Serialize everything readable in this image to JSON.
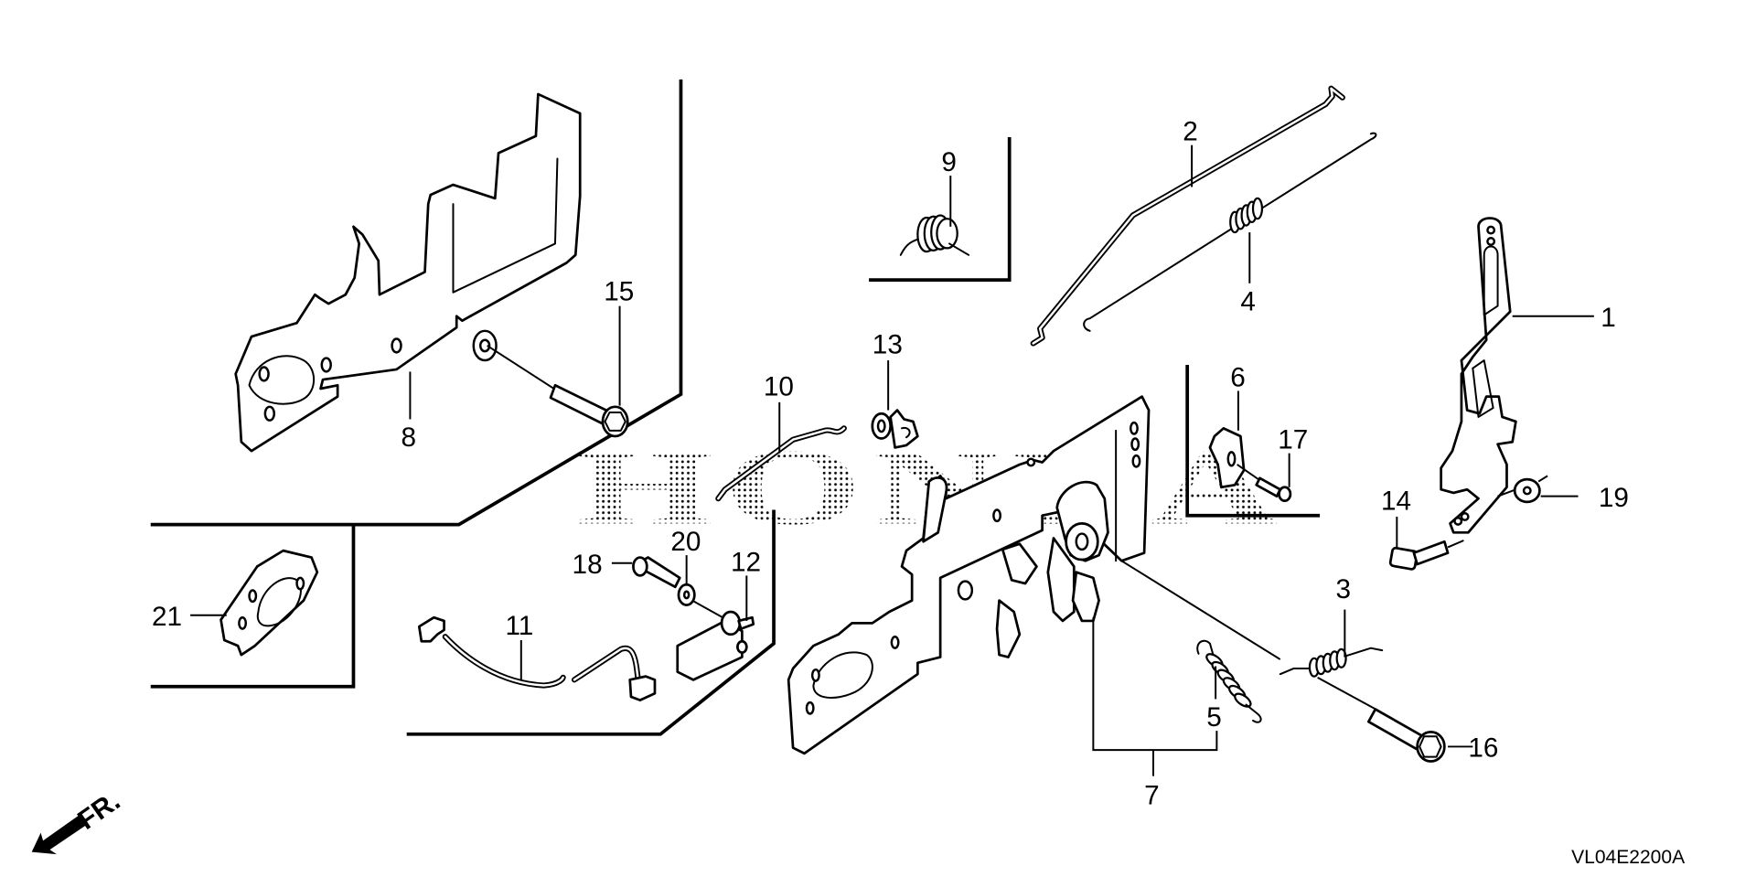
{
  "diagram": {
    "type": "exploded-parts-diagram",
    "watermark": "HONDA",
    "diagram_code": "VL04E2200A",
    "direction_indicator": "FR.",
    "callouts": [
      {
        "id": "1",
        "part": "control lever"
      },
      {
        "id": "2",
        "part": "rod"
      },
      {
        "id": "3",
        "part": "spring"
      },
      {
        "id": "4",
        "part": "rod with spring"
      },
      {
        "id": "5",
        "part": "spring"
      },
      {
        "id": "6",
        "part": "clip"
      },
      {
        "id": "7",
        "part": "control base assembly"
      },
      {
        "id": "8",
        "part": "control base"
      },
      {
        "id": "9",
        "part": "torsion spring"
      },
      {
        "id": "10",
        "part": "rod"
      },
      {
        "id": "11",
        "part": "wire harness"
      },
      {
        "id": "12",
        "part": "switch"
      },
      {
        "id": "13",
        "part": "clip"
      },
      {
        "id": "14",
        "part": "bolt"
      },
      {
        "id": "15",
        "part": "flange bolt"
      },
      {
        "id": "16",
        "part": "flange bolt"
      },
      {
        "id": "17",
        "part": "screw"
      },
      {
        "id": "18",
        "part": "screw"
      },
      {
        "id": "19",
        "part": "nut"
      },
      {
        "id": "20",
        "part": "washer"
      },
      {
        "id": "21",
        "part": "gasket"
      }
    ]
  }
}
